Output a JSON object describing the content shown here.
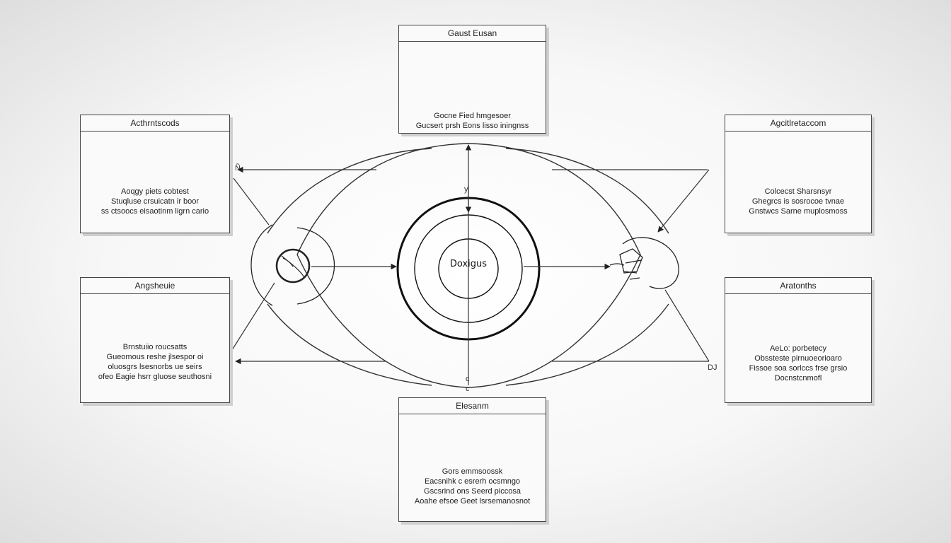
{
  "center": {
    "label": "Doxigus"
  },
  "boxes": {
    "top": {
      "title": "Gaust Eusan",
      "lines": [
        "Gocne Fied hmgesoer",
        "Gucsert prsh Eons lisso iningnss"
      ],
      "icon": "server-rack-icon"
    },
    "left_top": {
      "title": "Acthrntscods",
      "lines": [
        "Aoqgy piets cobtest",
        "Stuqluse crsuicatn ir boor",
        "ss ctsoocs eisaotinm ligrn cario"
      ],
      "icon": "globe-grid-icon"
    },
    "right_top": {
      "title": "Agcitlretaccom",
      "lines": [
        "Colcecst Sharsnsyr",
        "Ghegrcs is sosrocoe tvnae",
        "Gnstwcs Sarne muplosmoss"
      ],
      "icon": "gear-phone-icon"
    },
    "left_bottom": {
      "title": "Angsheuie",
      "lines": [
        "Brnstuiio roucsatts",
        "Gueomous reshe jlsespor oi",
        "oluosgrs lsesnorbs ue seirs",
        "ofeo Eagie hsrr gluose seuthosni"
      ],
      "icon": "monitor-device-icon"
    },
    "right_bottom": {
      "title": "Aratonths",
      "lines": [
        "AeLo: porbetecy",
        "Obssteste pirnuoeorioaro",
        "Fissoe soa sorlccs frse grsio",
        "Docnstcnmofl"
      ],
      "icon": "laptop-icon"
    },
    "bottom": {
      "title": "Elesanm",
      "lines": [
        "Gors emmsoossk",
        "Eacsnihk c esrerh ocsmngo",
        "Gscsrind ons Seerd piccosa",
        "Aoahe efsoe Geet lsrsemanosnot"
      ],
      "icon": "database-box-icon"
    }
  },
  "glyphs": [
    "y",
    "c",
    "Ñ",
    "c",
    "DJ"
  ]
}
